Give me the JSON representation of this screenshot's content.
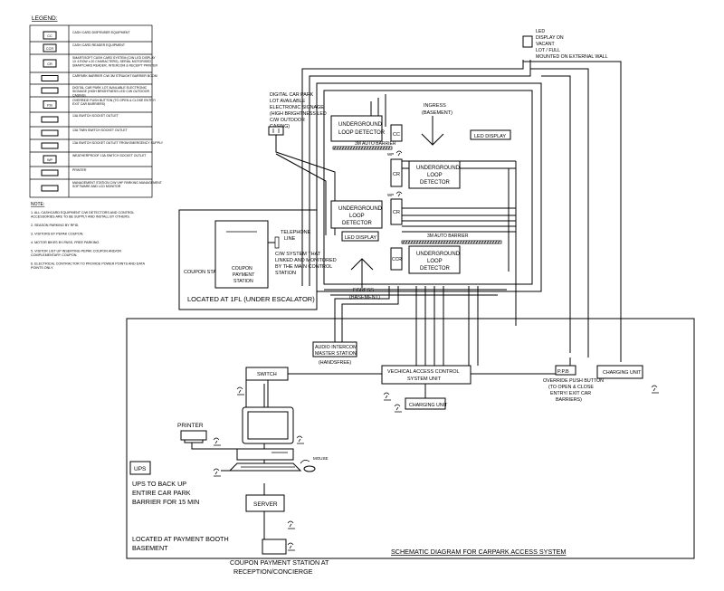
{
  "legend": {
    "title": "LEGEND:",
    "items": [
      {
        "symbol": "CC",
        "text": "CASH CARD DISPENSER EQUIPMENT"
      },
      {
        "symbol": "CCR",
        "text": "CASH CARD READER EQUIPMENT"
      },
      {
        "symbol": "CR",
        "text": "SMART/SOFT CASH CARD SYSTEM (C/W LED DISPLAY 1X 4 ROW x 20 CHARACTERS), SERIAL MOTORISED SMARTCARD READER, INTERCOM & RECEIPT PRINTER"
      },
      {
        "symbol": "",
        "text": "CARPARK BARRIER C/W 3M STRAIGHT BARRIER BOOM"
      },
      {
        "symbol": "",
        "text": "DIGITAL CAR PARK LOT AVAILABLE ELECTRONIC SIGNAGE (HIGH BRIGHTNESS LED C/W OUTDOOR CASING)"
      },
      {
        "symbol": "P.B",
        "text": "OVERRIDE PUSH BUTTON (TO OPEN & CLOSE ENTRY/ EXIT CAR BARRIERS)"
      },
      {
        "symbol": "",
        "text": "13A SWITCH SOCKET OUTLET"
      },
      {
        "symbol": "",
        "text": "13A TWIN SWITCH SOCKET OUTLET"
      },
      {
        "symbol": "",
        "text": "13A SWITCH SOCKET OUTLET FROM EMERGENCY SUPPLY"
      },
      {
        "symbol": "WP",
        "text": "WEATHERPROOF 13A SWITCH SOCKET OUTLET"
      },
      {
        "symbol": "",
        "text": "PRINTER"
      },
      {
        "symbol": "",
        "text": "MANAGEMENT STATION C/W VHF PARKING MANAGEMENT SOFTWARE AND LCD MONITOR"
      }
    ]
  },
  "notes": {
    "title": "NOTE:",
    "items": [
      "1.  ALL CASHCARD EQUIPMENT C/W DETECTORS AND CONTROL ACCESSORIES ARE TO BE SUPPLY AND INSTALL BY OTHERS.",
      "2.  SEASON PARKING BY RFID.",
      "3.  VISITORS BY PEPAK COUPON.",
      "4.  MOTOR BIKES BY-PASS, FREE PARKING.",
      "5.  VISITOR LIST UP INSERTING PEPAK COUPON AND/OR COMPLEMENTARY COUPON.",
      "6.  ELECTRICAL CONTRACTOR TO PROVIDE POWER POINTS AND DATA POINTS ONLY."
    ]
  },
  "diagram": {
    "led_wall": [
      "LED",
      "DISPLAY ON",
      "VACANT",
      "LOT / FULL",
      "MOUNTED ON EXTERNAL WALL"
    ],
    "signage": [
      "DIGITAL CAR PARK",
      "LOT AVAILABLE",
      "ELECTRONIC SIGNAGE",
      "(HIGH BRIGHTNESS LED",
      "C/W OUTDOOR",
      "CASING)"
    ],
    "ingress": [
      "INGRESS",
      "(BASEMENT)"
    ],
    "egress": [
      "EGRESS",
      "(BASEMENT)"
    ],
    "loop": [
      "UNDERGROUND",
      "LOOP",
      "DETECTOR"
    ],
    "loop_top": [
      "UNDERGROUND",
      "LOOP DETECTOR"
    ],
    "cc": "CC",
    "cr": "CR",
    "ccr": "CCR",
    "wp": "WP",
    "led_display": "LED DISPLAY",
    "auto_barrier": "3M AUTO BARRIER",
    "coupon_station": "COUPON STATION",
    "coupon_payment": [
      "COUPON",
      "PAYMENT",
      "STATION"
    ],
    "telephone": [
      "TELEPHONE",
      "LINE"
    ],
    "cw_system": [
      "C/W SYSTEM THAT",
      "LINKED AND MONITORED",
      "BY THE MAIN CONTROL",
      "STATION"
    ],
    "located_1fl": "LOCATED AT 1FL (UNDER ESCALATOR)",
    "audio_intercom": [
      "AUDIO INTERCOM",
      "MASTER STATION"
    ],
    "handsfree": "(HANDSFREE)",
    "switch": "SWITCH",
    "vac": [
      "VECHICAL ACCESS CONTROL",
      "SYSTEM UNIT"
    ],
    "charging": "CHARGING UNIT",
    "ppb": "P.P.B",
    "override": [
      "OVERRIDE PUSH BUTTON",
      "(TO OPEN & CLOSE",
      "ENTRY/ EXIT CAR",
      "BARRIERS)"
    ],
    "printer": "PRINTER",
    "mouse": "MOUSE",
    "ups": "UPS",
    "ups_text": [
      "UPS TO BACK UP",
      "ENTIRE CAR PARK",
      "BARRIER FOR 15 MIN"
    ],
    "server": "SERVER",
    "located_booth": [
      "LOCATED AT PAYMENT BOOTH",
      "BASEMENT"
    ],
    "reception": [
      "COUPON PAYMENT STATION AT",
      "RECEPTION/CONCIERGE"
    ],
    "title": "SCHEMATIC DIAGRAM FOR CARPARK ACCESS SYSTEM"
  }
}
